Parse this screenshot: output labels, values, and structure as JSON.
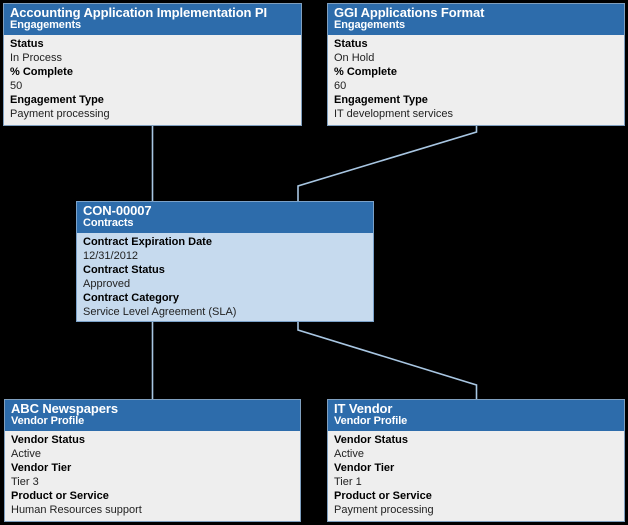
{
  "diagram": {
    "background_color": "#000000",
    "header_color": "#2d6cab",
    "body_color": "#eeeeee",
    "highlight_body_color": "#c6daee",
    "connector_color": "#a8c6e2"
  },
  "nodes": {
    "engagement_accounting": {
      "title": "Accounting Application Implementation PI",
      "subtitle": "Engagements",
      "fields": [
        {
          "label": "Status",
          "value": "In Process"
        },
        {
          "label": "% Complete",
          "value": "50"
        },
        {
          "label": "Engagement Type",
          "value": "Payment processing"
        }
      ]
    },
    "engagement_ggi": {
      "title": "GGI Applications Format",
      "subtitle": "Engagements",
      "fields": [
        {
          "label": "Status",
          "value": "On Hold"
        },
        {
          "label": "% Complete",
          "value": "60"
        },
        {
          "label": "Engagement Type",
          "value": "IT development services"
        }
      ]
    },
    "contract": {
      "title": "CON-00007",
      "subtitle": "Contracts",
      "fields": [
        {
          "label": "Contract Expiration Date",
          "value": "12/31/2012"
        },
        {
          "label": "Contract Status",
          "value": "Approved"
        },
        {
          "label": "Contract Category",
          "value": "Service Level Agreement (SLA)"
        }
      ]
    },
    "vendor_abc": {
      "title": "ABC Newspapers",
      "subtitle": "Vendor Profile",
      "fields": [
        {
          "label": "Vendor Status",
          "value": "Active"
        },
        {
          "label": "Vendor Tier",
          "value": "Tier 3"
        },
        {
          "label": "Product or Service",
          "value": "Human Resources support"
        }
      ]
    },
    "vendor_it": {
      "title": "IT Vendor",
      "subtitle": "Vendor Profile",
      "fields": [
        {
          "label": "Vendor Status",
          "value": "Active"
        },
        {
          "label": "Vendor Tier",
          "value": "Tier 1"
        },
        {
          "label": "Product or Service",
          "value": "Payment processing"
        }
      ]
    }
  }
}
